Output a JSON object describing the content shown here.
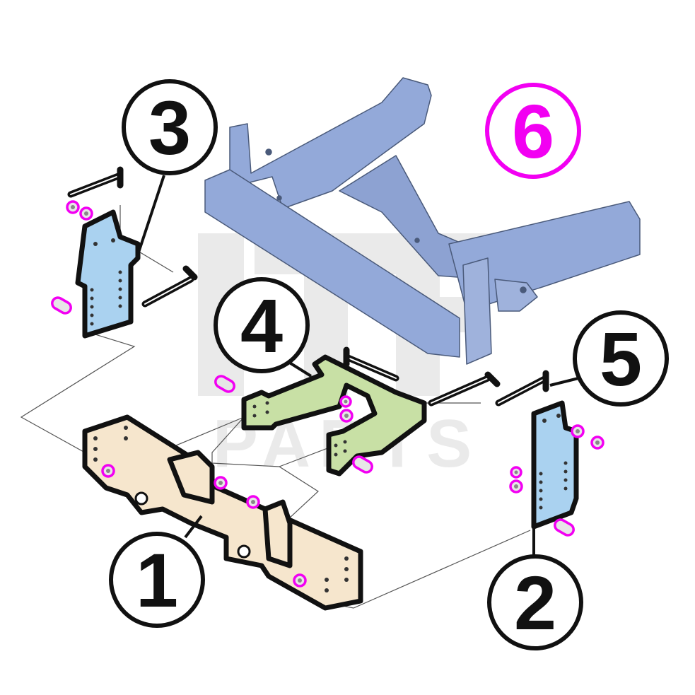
{
  "watermark": {
    "line1": "ITE",
    "line2": "PARTS",
    "color": "#d9d9d9"
  },
  "colors": {
    "frame_blue": "#93a9d9",
    "bracket_blue": "#aad2f0",
    "bracket_green": "#c8e0a5",
    "crossmember_tan": "#f6e6cd",
    "hardware_highlight": "#f200f2",
    "outline": "#111111",
    "leader": "#555555"
  },
  "callouts": [
    {
      "id": "1",
      "label": "1",
      "part": "crossmember"
    },
    {
      "id": "2",
      "label": "2",
      "part": "right-side-bracket"
    },
    {
      "id": "3",
      "label": "3",
      "part": "left-side-bracket"
    },
    {
      "id": "4",
      "label": "4",
      "part": "center-bracket"
    },
    {
      "id": "5",
      "label": "5",
      "part": "hardware-pin"
    },
    {
      "id": "6",
      "label": "6",
      "part": "vehicle-frame",
      "color": "#f200f2"
    }
  ]
}
